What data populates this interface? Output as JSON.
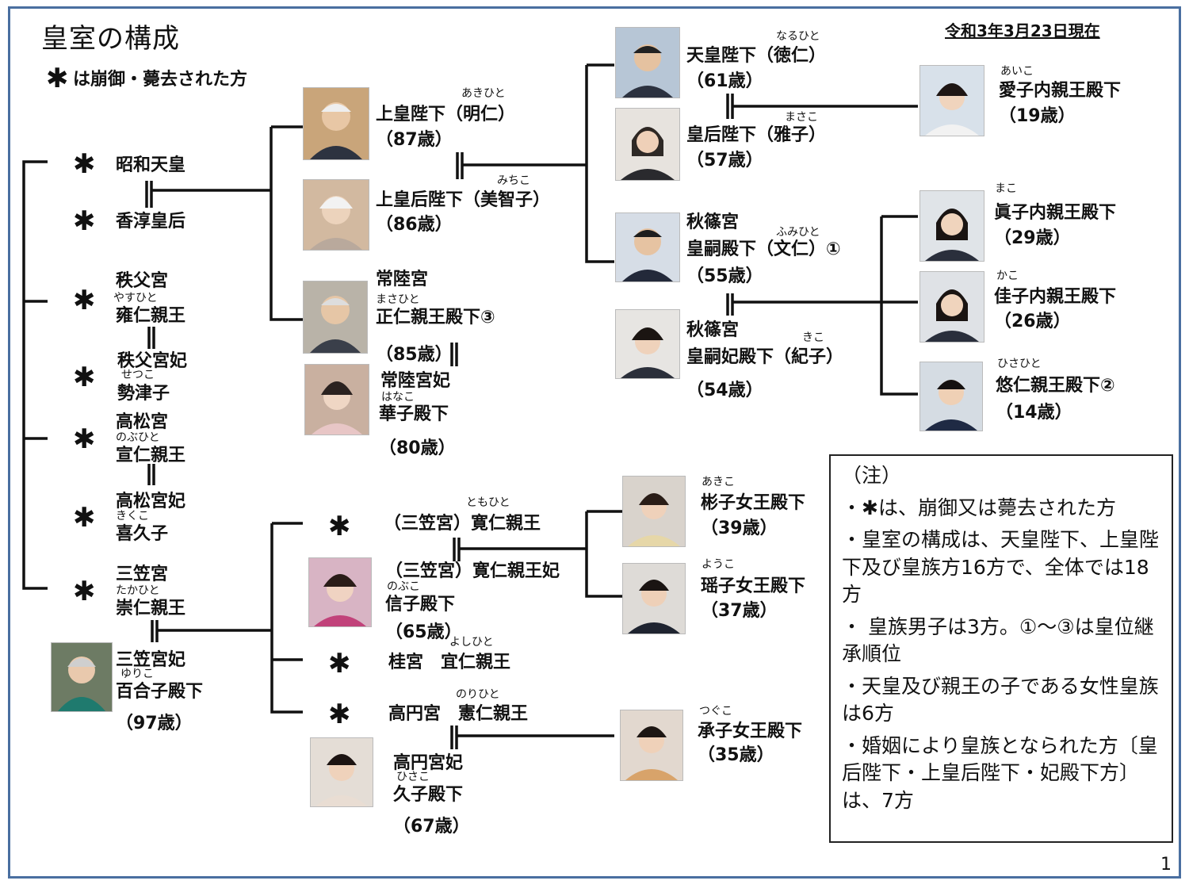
{
  "title": "皇室の構成",
  "date": "令和3年3月23日現在",
  "legend_mark": "✱",
  "legend_text": "は崩御・薨去された方",
  "deceased_mark": "✱",
  "people": {
    "showa": {
      "name": "昭和天皇"
    },
    "kojun": {
      "name": "香淳皇后"
    },
    "chichibu": {
      "house": "秩父宮",
      "ruby": "やすひと",
      "name": "雍仁親王"
    },
    "chichibuhi": {
      "house": "秩父宮妃",
      "ruby": "せつこ",
      "name": "勢津子"
    },
    "takamatsu": {
      "house": "高松宮",
      "ruby": "のぶひと",
      "name": "宣仁親王"
    },
    "takamatsuhi": {
      "house": "高松宮妃",
      "ruby": "きくこ",
      "name": "喜久子"
    },
    "mikasa": {
      "house": "三笠宮",
      "ruby": "たかひと",
      "name": "崇仁親王"
    },
    "mikasahi": {
      "house": "三笠宮妃",
      "ruby": "ゆりこ",
      "name": "百合子殿下",
      "age": "（97歳）"
    },
    "joko": {
      "ruby": "あきひと",
      "name": "上皇陛下（明仁）",
      "age": "（87歳）"
    },
    "jokogo": {
      "ruby": "みちこ",
      "name": "上皇后陛下（美智子）",
      "age": "（86歳）"
    },
    "hitachi": {
      "house": "常陸宮",
      "ruby": "まさひと",
      "name": "正仁親王殿下③",
      "age": "（85歳）"
    },
    "hitachihi": {
      "house": "常陸宮妃",
      "ruby": "はなこ",
      "name": "華子殿下",
      "age": "（80歳）"
    },
    "tomohito": {
      "ruby": "ともひと",
      "name": "（三笠宮）寛仁親王"
    },
    "nobuko": {
      "name": "（三笠宮）寛仁親王妃",
      "ruby": "のぶこ",
      "name2": "信子殿下",
      "age": "（65歳）"
    },
    "katsura": {
      "ruby": "よしひと",
      "name": "桂宮　宜仁親王"
    },
    "takamado": {
      "ruby": "のりひと",
      "name": "高円宮　憲仁親王"
    },
    "hisako": {
      "house": "高円宮妃",
      "ruby": "ひさこ",
      "name": "久子殿下",
      "age": "（67歳）"
    },
    "tenno": {
      "ruby": "なるひと",
      "name": "天皇陛下（徳仁）",
      "age": "（61歳）"
    },
    "kogo": {
      "ruby": "まさこ",
      "name": "皇后陛下（雅子）",
      "age": "（57歳）"
    },
    "akishino": {
      "house": "秋篠宮",
      "ruby": "ふみひと",
      "name": "皇嗣殿下（文仁）①",
      "age": "（55歳）"
    },
    "akishinohi": {
      "house": "秋篠宮",
      "ruby": "きこ",
      "name": "皇嗣妃殿下（紀子）",
      "age": "（54歳）"
    },
    "aiko": {
      "ruby": "あいこ",
      "name": "愛子内親王殿下",
      "age": "（19歳）"
    },
    "mako": {
      "ruby": "まこ",
      "name": "眞子内親王殿下",
      "age": "（29歳）"
    },
    "kako": {
      "ruby": "かこ",
      "name": "佳子内親王殿下",
      "age": "（26歳）"
    },
    "hisahito": {
      "ruby": "ひさひと",
      "name": "悠仁親王殿下②",
      "age": "（14歳）"
    },
    "akiko": {
      "ruby": "あきこ",
      "name": "彬子女王殿下",
      "age": "（39歳）"
    },
    "yoko": {
      "ruby": "ようこ",
      "name": "瑶子女王殿下",
      "age": "（37歳）"
    },
    "tsuguko": {
      "ruby": "つぐこ",
      "name": "承子女王殿下",
      "age": "（35歳）"
    }
  },
  "notes": {
    "head": "（注）",
    "n1": "・✱は、崩御又は薨去された方",
    "n2": "・皇室の構成は、天皇陛下、上皇陛下及び皇族方16方で、全体では18方",
    "n3": "・ 皇族男子は3方。①～③は皇位継承順位",
    "n4": "・天皇及び親王の子である女性皇族は6方",
    "n5": "・婚姻により皇族となられた方〔皇后陛下・上皇后陛下・妃殿下方〕は、7方"
  },
  "page_number": "1"
}
